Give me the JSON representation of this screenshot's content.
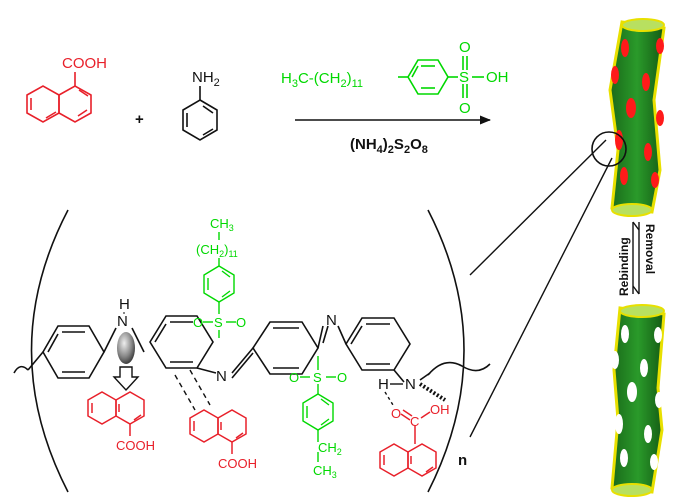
{
  "colors": {
    "red": "#e8202a",
    "green": "#00d800",
    "black": "#111111",
    "tube_green": "#1f7a1f",
    "tube_rim": "#b8e060",
    "tube_outline": "#e8e000",
    "cavity_filled": "#ff1a1a",
    "cavity_empty": "#ffffff"
  },
  "reactants": {
    "acid_group": "COOH",
    "amine_group": "NH",
    "amine_sub": "2",
    "plus": "+",
    "dopant_left": "H",
    "dopant_left_sub": "3",
    "dopant_mid": "C-(CH",
    "dopant_mid_sub": "2",
    "dopant_paren": ")",
    "dopant_chain_sub": "11",
    "dopant_sulfur": "S",
    "dopant_o_top": "O",
    "dopant_o_bottom": "O",
    "dopant_oh": "OH"
  },
  "oxidant": {
    "open": "(NH",
    "sub1": "4",
    "mid1": ")",
    "sub2": "2",
    "s": "S",
    "sub3": "2",
    "o": "O",
    "sub4": "8"
  },
  "polymer": {
    "ch3": "CH",
    "ch3_sub": "3",
    "chain_open": "(CH",
    "chain_sub": "2",
    "chain_close": ")",
    "chain_n": "11",
    "sulfonyl_s": "S",
    "o_left": "O",
    "o_right": "O",
    "amine_n1": "N",
    "amine_h1": "H",
    "imine_n1": "N",
    "imine_n2": "N",
    "amine_n2": "N",
    "amine_h2": "H",
    "o_hbond": "O",
    "c_acid": "C",
    "oh_acid": "OH",
    "cooh_1": "COOH",
    "cooh_2": "COOH",
    "ch2": "CH",
    "ch2_sub": "2",
    "ch3_b": "CH",
    "ch3_b_sub": "3",
    "repeat_n": "n"
  },
  "process": {
    "rebinding": "Rebinding",
    "removal": "Removal"
  }
}
